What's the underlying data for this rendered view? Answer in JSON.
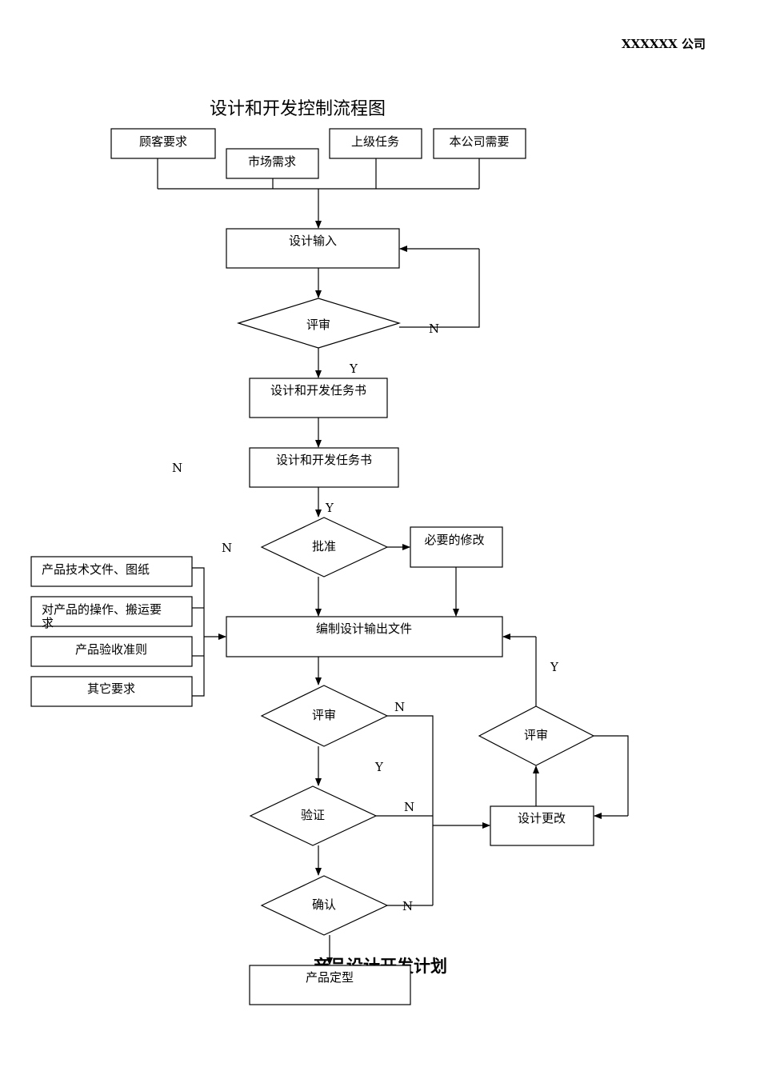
{
  "header": {
    "company": "XXXXXX 公司"
  },
  "title": "设计和开发控制流程图",
  "overlap_text": "产品设计开发计划",
  "inputs": [
    "顾客要求",
    "市场需求",
    "上级任务",
    "本公司需要"
  ],
  "nodes": {
    "design_input": "设计输入",
    "review1": "评审",
    "task_book1": "设计和开发任务书",
    "task_book2": "设计和开发任务书",
    "approve": "批准",
    "necessary_change": "必要的修改",
    "output_docs": "编制设计输出文件",
    "review2": "评审",
    "verify": "验证",
    "confirm": "确认",
    "finalize": "产品定型",
    "review3": "评审",
    "design_change": "设计更改"
  },
  "output_requirements": {
    "item1": "产品技术文件、图纸",
    "item2": "对产品的操作、搬运要",
    "item2_wrap": "求",
    "item3": "产品验收准则",
    "item4": "其它要求"
  },
  "edge_labels": {
    "review1_no": "N",
    "review1_yes": "Y",
    "floating_no": "N",
    "task_yes": "Y",
    "approve_no": "N",
    "review2_no": "N",
    "review2_yes": "Y",
    "verify_no": "N",
    "confirm_no": "N",
    "review3_yes": "Y"
  }
}
